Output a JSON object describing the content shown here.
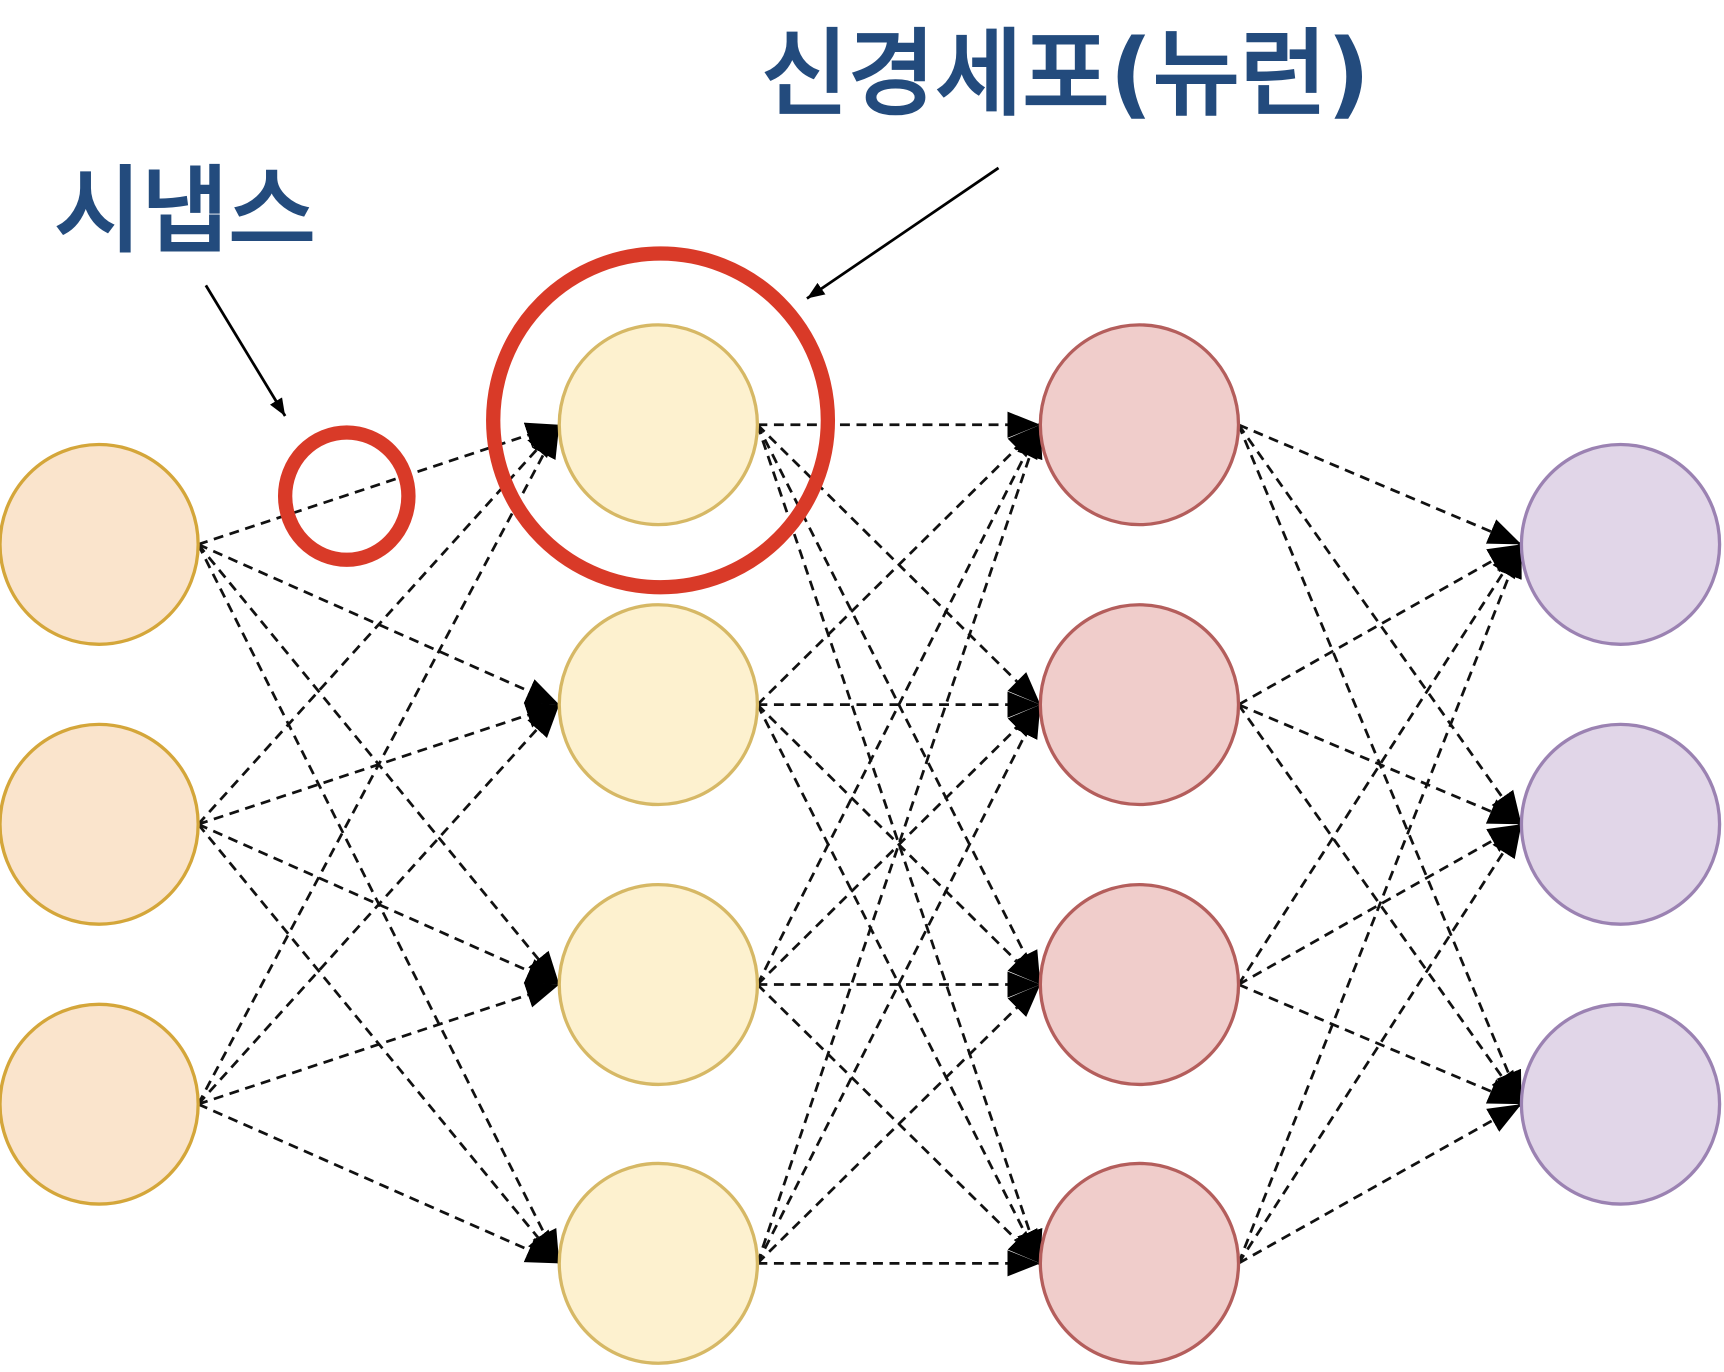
{
  "labels": {
    "synapse": "시냅스",
    "neuron": "신경세포(뉴런)"
  },
  "colors": {
    "label": "#234b7d",
    "highlight": "#d93a28",
    "edge": "#111111"
  },
  "layers": [
    {
      "name": "input",
      "count": 3,
      "fill": "#fae4cc",
      "stroke": "#d4a63a"
    },
    {
      "name": "hidden-1",
      "count": 4,
      "fill": "#fdf1cf",
      "stroke": "#d6b865"
    },
    {
      "name": "hidden-2",
      "count": 4,
      "fill": "#f0cdcb",
      "stroke": "#b45e5c"
    },
    {
      "name": "output",
      "count": 3,
      "fill": "#e1d6e8",
      "stroke": "#9b82b2"
    }
  ]
}
